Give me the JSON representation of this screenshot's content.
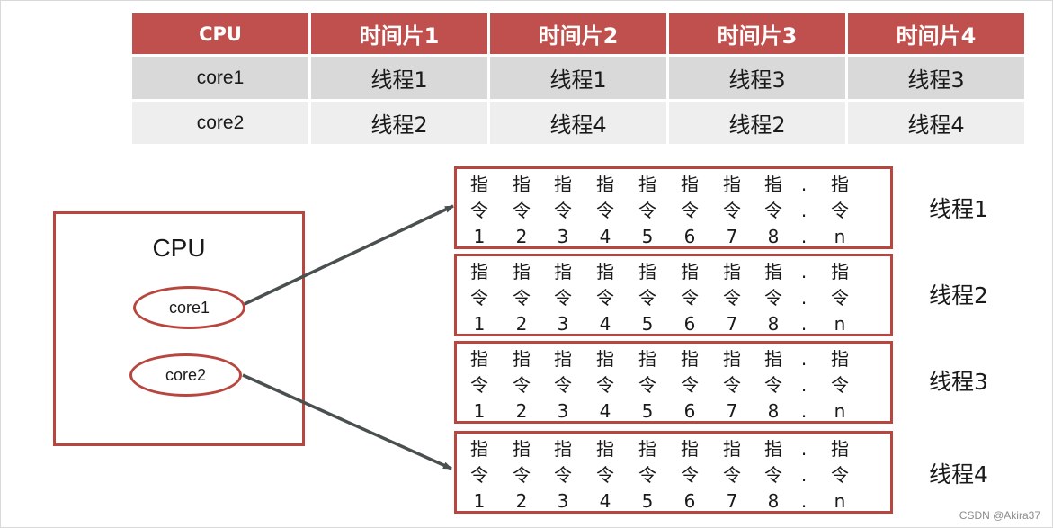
{
  "table": {
    "headers": [
      "CPU",
      "时间片1",
      "时间片2",
      "时间片3",
      "时间片4"
    ],
    "rows": [
      [
        "core1",
        "线程1",
        "线程1",
        "线程3",
        "线程3"
      ],
      [
        "core2",
        "线程2",
        "线程4",
        "线程2",
        "线程4"
      ]
    ]
  },
  "cpu": {
    "title": "CPU",
    "cores": [
      "core1",
      "core2"
    ]
  },
  "threads": [
    {
      "label": "线程1"
    },
    {
      "label": "线程2"
    },
    {
      "label": "线程3"
    },
    {
      "label": "线程4"
    }
  ],
  "instructions": [
    {
      "line1": "指",
      "line2": "令",
      "line3": "1"
    },
    {
      "line1": "指",
      "line2": "令",
      "line3": "2"
    },
    {
      "line1": "指",
      "line2": "令",
      "line3": "3"
    },
    {
      "line1": "指",
      "line2": "令",
      "line3": "4"
    },
    {
      "line1": "指",
      "line2": "令",
      "line3": "5"
    },
    {
      "line1": "指",
      "line2": "令",
      "line3": "6"
    },
    {
      "line1": "指",
      "line2": "令",
      "line3": "7"
    },
    {
      "line1": "指",
      "line2": "令",
      "line3": "8"
    },
    {
      "line1": ".",
      "line2": ".",
      "line3": "."
    },
    {
      "line1": "指",
      "line2": "令",
      "line3": "n"
    }
  ],
  "colors": {
    "header_bg": "#c0504d",
    "border": "#b8463f",
    "arrow": "#4a4f4f"
  },
  "watermark": "CSDN @Akira37"
}
